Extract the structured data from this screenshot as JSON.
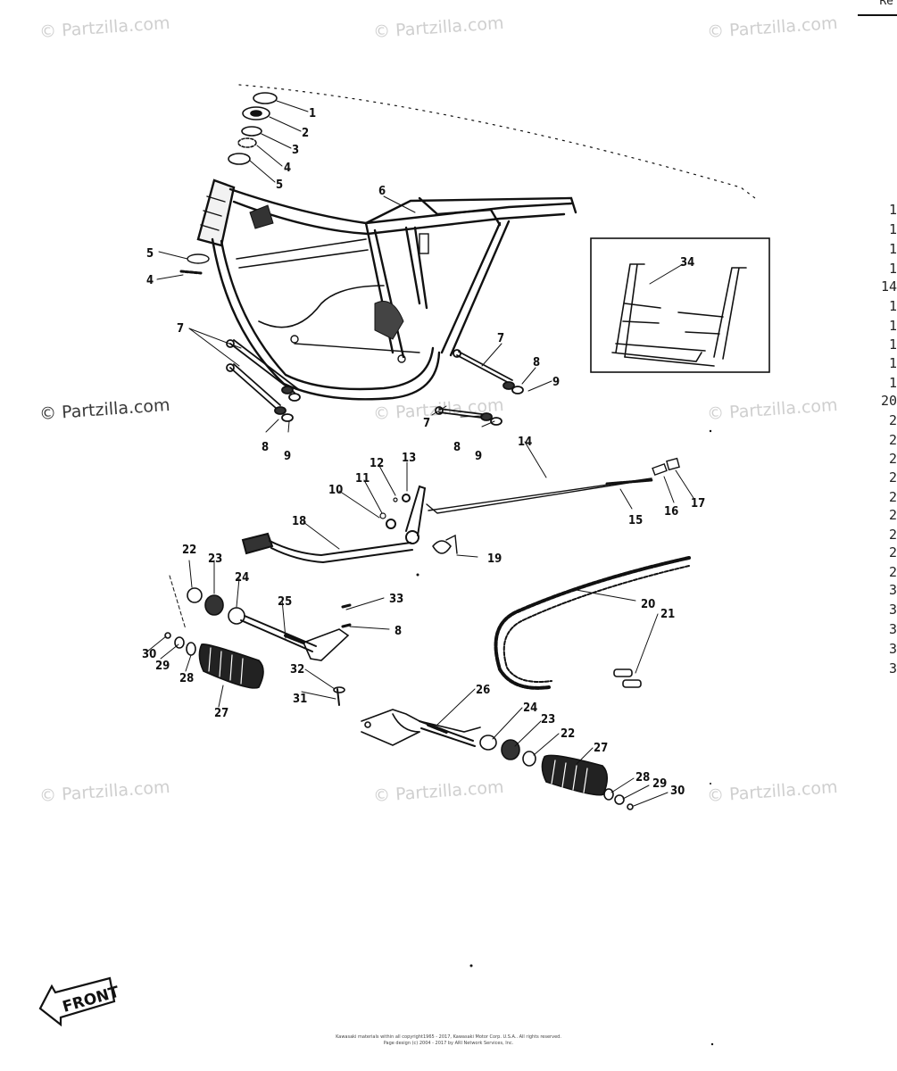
{
  "watermarks": [
    {
      "text": "© Partzilla.com",
      "style": "light"
    },
    {
      "text": "© Partzilla.com",
      "style": "light"
    },
    {
      "text": "© Partzilla.com",
      "style": "light"
    },
    {
      "text": "© Partzilla.com",
      "style": "dark"
    },
    {
      "text": "© Partzilla.com",
      "style": "light"
    },
    {
      "text": "© Partzilla.com",
      "style": "light"
    },
    {
      "text": "© Partzilla.com",
      "style": "light"
    },
    {
      "text": "© Partzilla.com",
      "style": "light"
    },
    {
      "text": "© Partzilla.com",
      "style": "light"
    }
  ],
  "header_corner": "Re",
  "callouts": [
    "1",
    "2",
    "3",
    "4",
    "5",
    "6",
    "5",
    "4",
    "7",
    "7",
    "8",
    "9",
    "8",
    "9",
    "7",
    "8",
    "9",
    "10",
    "11",
    "12",
    "13",
    "14",
    "15",
    "16",
    "17",
    "18",
    "19",
    "20",
    "21",
    "22",
    "23",
    "24",
    "25",
    "33",
    "8",
    "30",
    "29",
    "28",
    "27",
    "32",
    "31",
    "26",
    "24",
    "23",
    "22",
    "27",
    "28",
    "29",
    "30",
    "34"
  ],
  "right_edge_column": [
    "1",
    "1",
    "1",
    "1",
    "14",
    "1",
    "1",
    "1",
    "1",
    "1",
    "20",
    "2",
    "2",
    "2",
    "2",
    "2",
    "2",
    "2",
    "2",
    "2",
    "3",
    "3",
    "3",
    "3",
    "3"
  ],
  "front_label": "FRONT",
  "copyright_lines": [
    "Kawasaki materials within all copyright1965 - 2017, Kawasaki Motor Corp. U.S.A.. All rights reserved.",
    "Page design (c) 2004 - 2017 by ARI Network Services, Inc."
  ]
}
